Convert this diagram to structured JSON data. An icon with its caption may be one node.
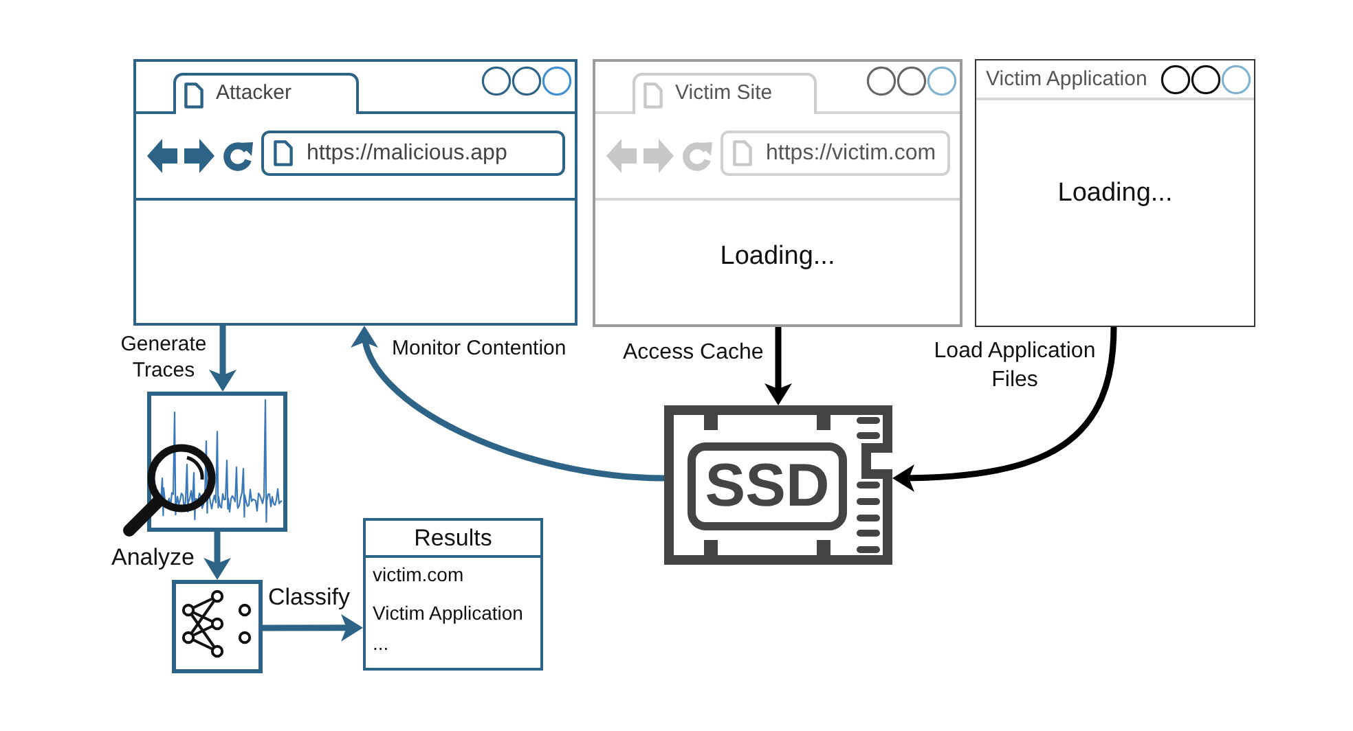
{
  "diagram": {
    "nodes": [
      {
        "text": [
          "Attacker",
          "https://malicious.app"
        ]
      },
      {
        "text": [
          "Victim Site",
          "https://victim.com",
          "Loading..."
        ]
      },
      {
        "text": [
          "Victim Application",
          "Loading..."
        ]
      },
      {
        "text": [
          "SSD"
        ]
      },
      {
        "text": [],
        "shape": "picture"
      },
      {
        "text": [],
        "shape": "picture"
      },
      {
        "text": [
          "Results",
          "victim.com",
          "Victim Application",
          "..."
        ]
      }
    ],
    "edges": [
      {
        "from": 0,
        "to": 4,
        "arrow": "to",
        "label": "Generate Traces"
      },
      {
        "from": 4,
        "to": 5,
        "arrow": "to",
        "label": "Analyze"
      },
      {
        "from": 5,
        "to": 6,
        "arrow": "to",
        "label": "Classify"
      },
      {
        "from": 3,
        "to": 0,
        "arrow": "to",
        "label": "Monitor Contention"
      },
      {
        "from": 1,
        "to": 3,
        "arrow": "to",
        "label": "Access Cache",
        "color": "#000000"
      },
      {
        "from": 2,
        "to": 3,
        "arrow": "to",
        "label": "Load Application Files",
        "color": "#000000"
      }
    ]
  }
}
